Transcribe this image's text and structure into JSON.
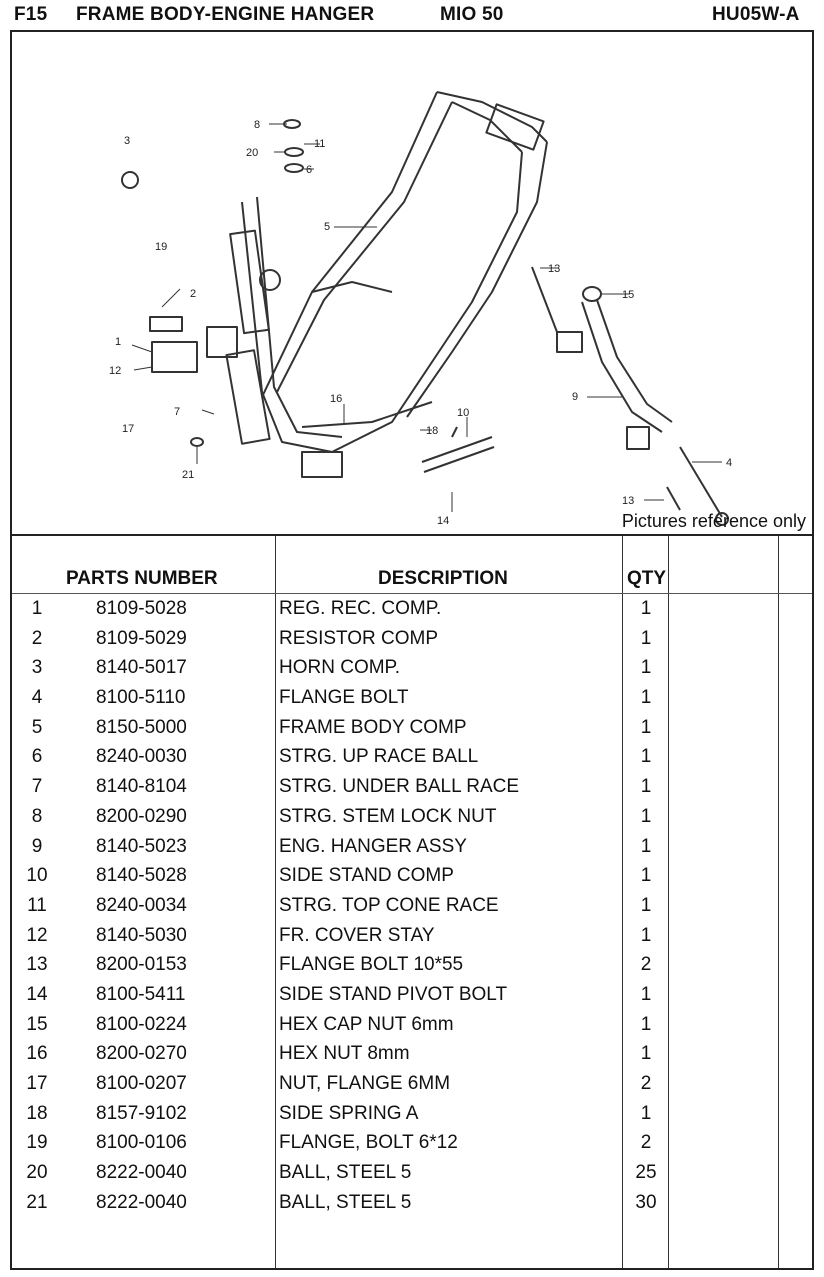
{
  "header": {
    "code": "F15",
    "title": "FRAME BODY-ENGINE HANGER",
    "model": "MIO 50",
    "ref": "HU05W-A"
  },
  "diagram": {
    "caption": "Pictures reference only",
    "callouts": [
      "1",
      "2",
      "3",
      "4",
      "5",
      "6",
      "7",
      "8",
      "9",
      "10",
      "11",
      "12",
      "13",
      "13",
      "14",
      "15",
      "16",
      "17",
      "18",
      "19",
      "20",
      "21"
    ]
  },
  "table": {
    "headers": {
      "parts_number": "PARTS NUMBER",
      "description": "DESCRIPTION",
      "qty": "QTY"
    },
    "rows": [
      {
        "no": "1",
        "pn": "8109-5028",
        "desc": "REG. REC. COMP.",
        "qty": "1"
      },
      {
        "no": "2",
        "pn": "8109-5029",
        "desc": "RESISTOR COMP",
        "qty": "1"
      },
      {
        "no": "3",
        "pn": "8140-5017",
        "desc": "HORN COMP.",
        "qty": "1"
      },
      {
        "no": "4",
        "pn": "8100-5110",
        "desc": "FLANGE BOLT",
        "qty": "1"
      },
      {
        "no": "5",
        "pn": "8150-5000",
        "desc": "FRAME BODY COMP",
        "qty": "1"
      },
      {
        "no": "6",
        "pn": "8240-0030",
        "desc": "STRG. UP RACE BALL",
        "qty": "1"
      },
      {
        "no": "7",
        "pn": "8140-8104",
        "desc": "STRG. UNDER BALL RACE",
        "qty": "1"
      },
      {
        "no": "8",
        "pn": "8200-0290",
        "desc": "STRG. STEM LOCK NUT",
        "qty": "1"
      },
      {
        "no": "9",
        "pn": "8140-5023",
        "desc": "ENG. HANGER ASSY",
        "qty": "1"
      },
      {
        "no": "10",
        "pn": "8140-5028",
        "desc": "SIDE STAND COMP",
        "qty": "1"
      },
      {
        "no": "11",
        "pn": "8240-0034",
        "desc": "STRG. TOP CONE RACE",
        "qty": "1"
      },
      {
        "no": "12",
        "pn": "8140-5030",
        "desc": "FR. COVER STAY",
        "qty": "1"
      },
      {
        "no": "13",
        "pn": "8200-0153",
        "desc": "FLANGE BOLT 10*55",
        "qty": "2"
      },
      {
        "no": "14",
        "pn": "8100-5411",
        "desc": "SIDE STAND PIVOT BOLT",
        "qty": "1"
      },
      {
        "no": "15",
        "pn": "8100-0224",
        "desc": "HEX CAP NUT 6mm",
        "qty": "1"
      },
      {
        "no": "16",
        "pn": "8200-0270",
        "desc": "HEX NUT 8mm",
        "qty": "1"
      },
      {
        "no": "17",
        "pn": "8100-0207",
        "desc": "NUT, FLANGE 6MM",
        "qty": "2"
      },
      {
        "no": "18",
        "pn": "8157-9102",
        "desc": "SIDE SPRING A",
        "qty": "1"
      },
      {
        "no": "19",
        "pn": "8100-0106",
        "desc": "FLANGE, BOLT 6*12",
        "qty": "2"
      },
      {
        "no": "20",
        "pn": "8222-0040",
        "desc": "BALL, STEEL 5",
        "qty": "25"
      },
      {
        "no": "21",
        "pn": "8222-0040",
        "desc": "BALL, STEEL 5",
        "qty": "30"
      }
    ]
  }
}
